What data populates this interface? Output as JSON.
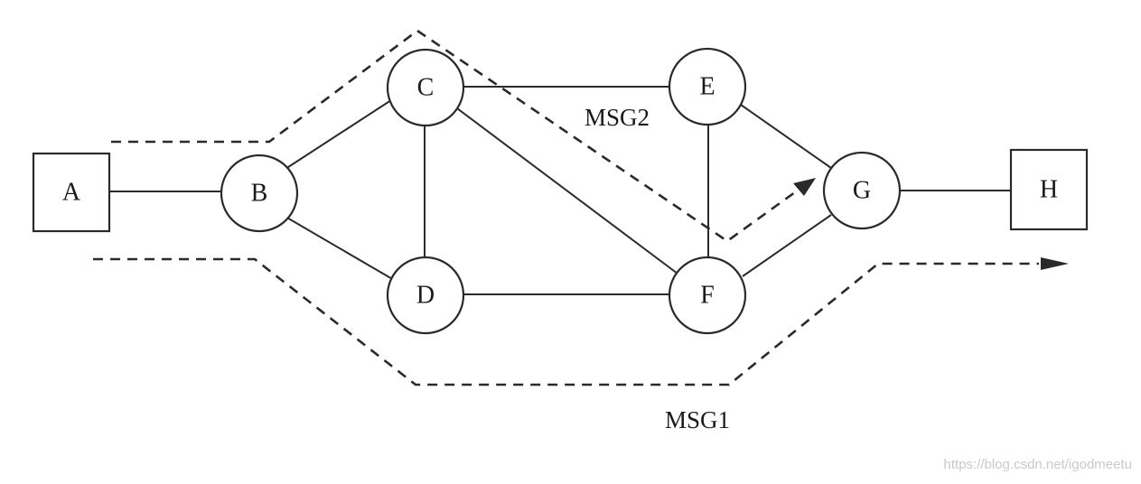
{
  "nodes": {
    "A": {
      "label": "A",
      "shape": "square"
    },
    "B": {
      "label": "B",
      "shape": "circle"
    },
    "C": {
      "label": "C",
      "shape": "circle"
    },
    "D": {
      "label": "D",
      "shape": "circle"
    },
    "E": {
      "label": "E",
      "shape": "circle"
    },
    "F": {
      "label": "F",
      "shape": "circle"
    },
    "G": {
      "label": "G",
      "shape": "circle"
    },
    "H": {
      "label": "H",
      "shape": "square"
    }
  },
  "edges": [
    [
      "A",
      "B"
    ],
    [
      "B",
      "C"
    ],
    [
      "B",
      "D"
    ],
    [
      "C",
      "D"
    ],
    [
      "C",
      "E"
    ],
    [
      "C",
      "F"
    ],
    [
      "D",
      "F"
    ],
    [
      "E",
      "F"
    ],
    [
      "E",
      "G"
    ],
    [
      "F",
      "G"
    ],
    [
      "G",
      "H"
    ]
  ],
  "routes": {
    "msg1": {
      "label": "MSG1"
    },
    "msg2": {
      "label": "MSG2"
    }
  },
  "watermark": "https://blog.csdn.net/igodmeetu",
  "colors": {
    "line": "#2a2a2a",
    "watermark": "#c9c9c9"
  }
}
